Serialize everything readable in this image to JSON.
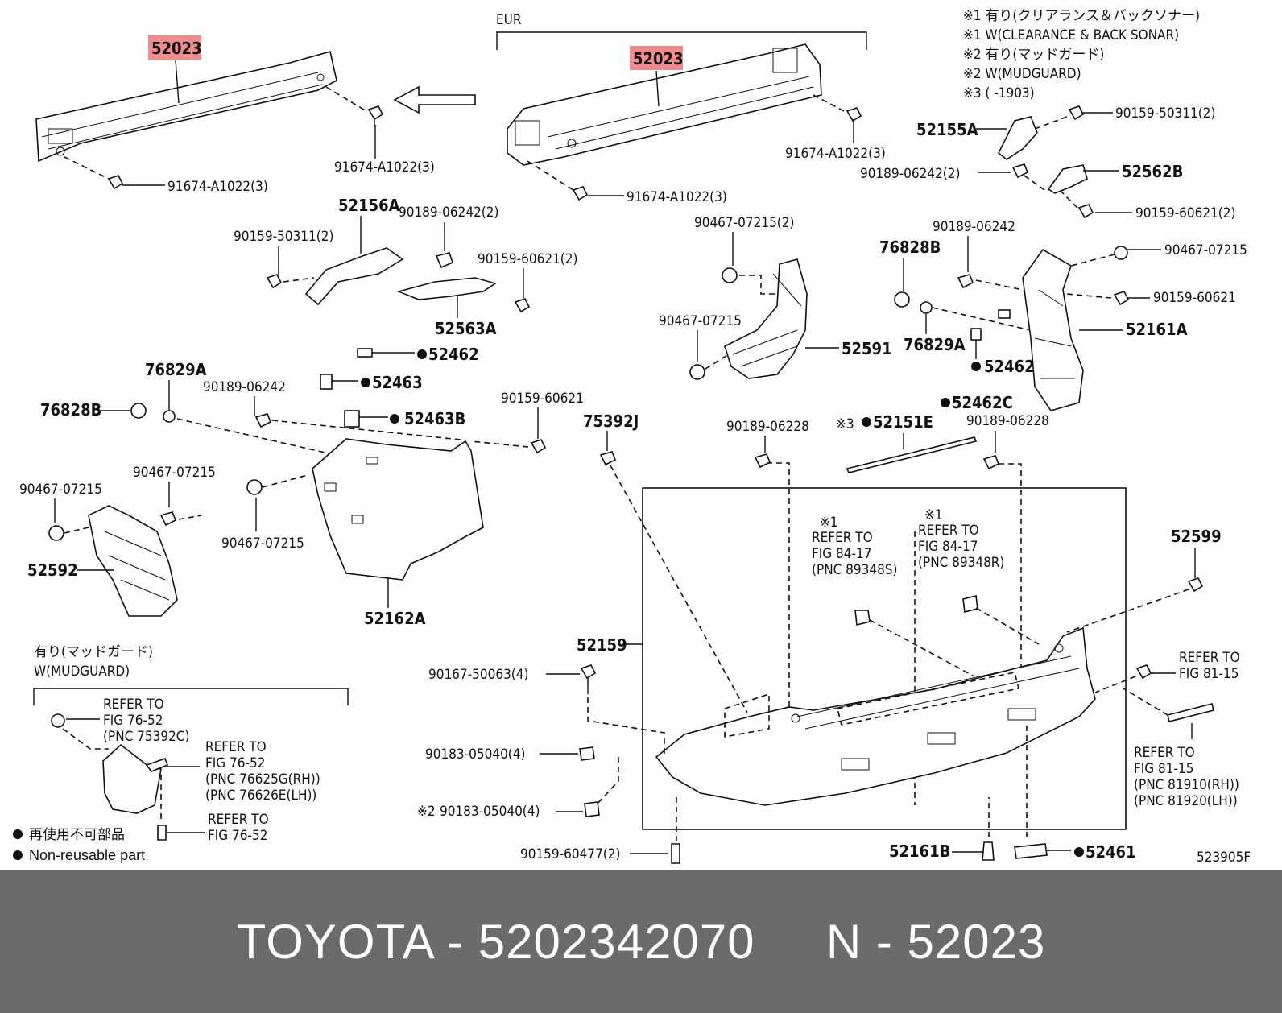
{
  "diagram": {
    "highlight_color": "#f08c8c",
    "callouts": {
      "bar_left": "52023",
      "bar_eur": "52023",
      "eur": "EUR",
      "bolt_a": "91674-A1022(3)",
      "bolt_b": "91674-A1022(3)",
      "bolt_c": "91674-A1022(3)",
      "bolt_d": "91674-A1022(3)",
      "n52156A": "52156A",
      "c9018906242_2a": "90189-06242(2)",
      "c9015950311_2a": "90159-50311(2)",
      "c9015960621_2a": "90159-60621(2)",
      "n52563A": "52563A",
      "n52462a": "52462",
      "n52463": "52463",
      "n52463B": "52463B",
      "n76829A_a": "76829A",
      "n76828B_a": "76828B",
      "c9018906242_a": "90189-06242",
      "c9015960621_a": "90159-60621",
      "c9046707215_a": "90467-07215",
      "c9046707215_b": "90467-07215",
      "c9046707215_c": "90467-07215",
      "n52592": "52592",
      "n52162A": "52162A",
      "c9046707215_2": "90467-07215(2)",
      "c9046707215_d": "90467-07215",
      "n52591": "52591",
      "n76828B_b": "76828B",
      "c9018906242_b": "90189-06242",
      "n76829A_b": "76829A",
      "n52462b": "52462",
      "n52462C": "52462C",
      "c9046707215_e": "90467-07215",
      "c9015960621_b": "90159-60621",
      "n52161A": "52161A",
      "c9015950311_2b": "90159-50311(2)",
      "n52155A": "52155A",
      "c9018906242_2b": "90189-06242(2)",
      "n52562B": "52562B",
      "c9015960621_2b": "90159-60621(2)",
      "n75392J": "75392J",
      "c9018906228_a": "90189-06228",
      "n52151E_mark": "※3",
      "n52151E": "52151E",
      "c9018906228_b": "90189-06228",
      "ref1_mark": "※1",
      "ref1_l1": "REFER TO",
      "ref1_l2": "FIG 84-17",
      "ref1_l3": "(PNC 89348S)",
      "ref2_mark": "※1",
      "ref2_l1": "REFER TO",
      "ref2_l2": "FIG 84-17",
      "ref2_l3": "(PNC 89348R)",
      "n52599": "52599",
      "n52159": "52159",
      "c9016750063": "90167-50063(4)",
      "c9018305040": "90183-05040(4)",
      "c9018305040_2_mark": "※2",
      "c9018305040_2": "90183-05040(4)",
      "c9015960477": "90159-60477(2)",
      "n52161B": "52161B",
      "n52461": "52461",
      "ref3_l1": "REFER TO",
      "ref3_l2": "FIG 81-15",
      "ref4_l1": "REFER TO",
      "ref4_l2": "FIG 81-15",
      "ref4_l3": "(PNC 81910(RH))",
      "ref4_l4": "(PNC 81920(LH))",
      "diagram_code": "523905F"
    },
    "notes": [
      "※1 有り(クリアランス＆バックソナー)",
      "※1 W(CLEARANCE & BACK SONAR)",
      "※2 有り(マッドガード)",
      "※2 W(MUDGUARD)",
      "※3 (      -1903)"
    ],
    "mudguard": {
      "title_jp": "有り(マッドガード)",
      "title_en": "W(MUDGUARD)",
      "ref_a": [
        "REFER TO",
        "FIG 76-52",
        "(PNC 75392C)"
      ],
      "ref_b": [
        "REFER TO",
        "FIG 76-52",
        "(PNC 76625G(RH))",
        "(PNC 76626E(LH))"
      ],
      "ref_c": [
        "REFER TO",
        "FIG 76-52"
      ]
    },
    "legend": {
      "jp": "再使用不可部品",
      "en": "Non-reusable part"
    }
  },
  "footer": {
    "title": "TOYOTA - 5202342070     N - 52023"
  }
}
